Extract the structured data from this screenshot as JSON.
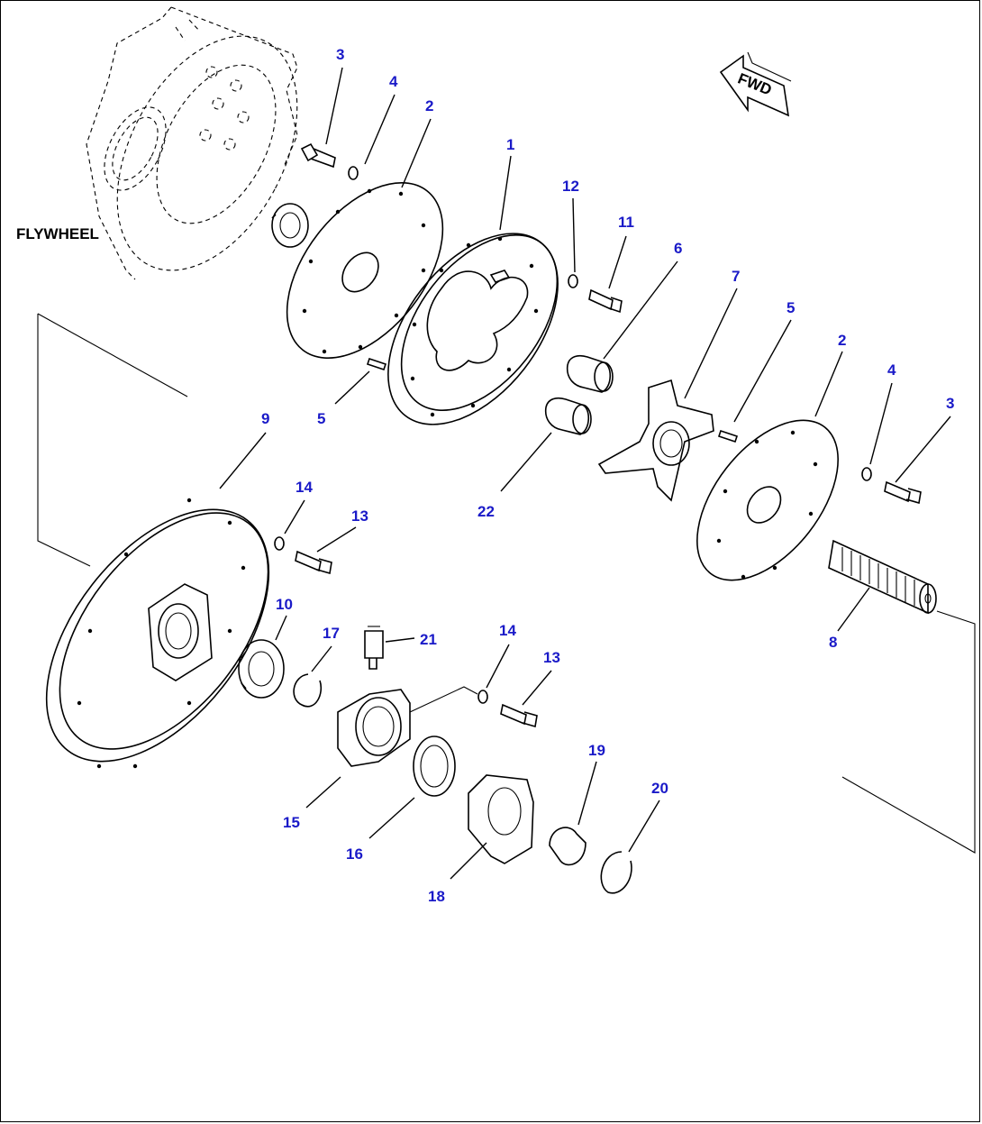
{
  "diagram": {
    "flywheel_label": "FLYWHEEL",
    "fwd_label": "FWD",
    "callouts": [
      "1",
      "2",
      "2",
      "3",
      "3",
      "4",
      "4",
      "5",
      "5",
      "6",
      "7",
      "8",
      "9",
      "10",
      "11",
      "12",
      "13",
      "13",
      "14",
      "14",
      "15",
      "16",
      "17",
      "18",
      "19",
      "20",
      "21",
      "22"
    ]
  },
  "colors": {
    "callout": "#1a1ac8",
    "line": "#000000",
    "background": "#ffffff"
  }
}
